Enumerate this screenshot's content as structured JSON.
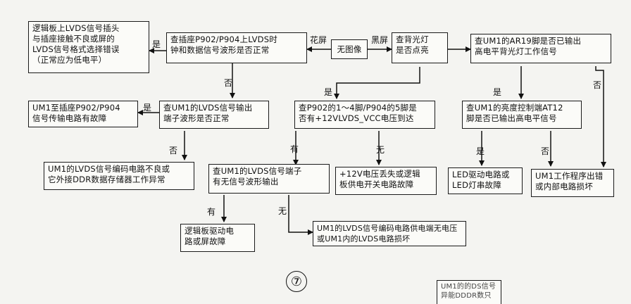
{
  "nodes": {
    "n1": "逻辑板上LVDS信号插头\n与插座接触不良或屏的\nLVDS信号格式选择错误\n（正常应为低电平）",
    "n2": "查插座P902/P904上LVDS时\n钟和数据信号波形是否正常",
    "n3": "无图像",
    "n4": "查背光灯\n是否点亮",
    "n5": "查UM1的AR19脚是否已输出\n高电平背光灯工作信号",
    "n6": "UM1至插座P902/P904\n信号传输电路有故障",
    "n7": "查UM1的LVDS信号输出\n端子波形是否正常",
    "n8": "查P902的1～4脚/P904的5脚是\n否有+12VLVDS_VCC电压到达",
    "n9": "查UM1的亮度控制端AT12\n脚是否已输出高电平信号",
    "n10": "UM1的LVDS信号编码电路不良或\n它外接DDR数据存储器工作异常",
    "n11": "查UM1的LVDS信号端子\n有无信号波形输出",
    "n12": "+12V电压丢失或逻辑\n板供电开关电路故障",
    "n13": "LED驱动电路或\nLED灯串故障",
    "n14": "UM1工作程序出错\n或内部电路损坏",
    "n15": "逻辑板驱动电\n路或屏故障",
    "n16": "UM1的LVDS信号编码电路供电端无电压\n或UM1内的LVDS电路损坏",
    "n17": "UM1的的DS信号\n异能DDDR数只"
  },
  "labels": {
    "huaping": "花屏",
    "heiping": "黑屏",
    "shi": "是",
    "fou": "否",
    "you": "有",
    "wu": "无"
  },
  "page_number": "⑦"
}
